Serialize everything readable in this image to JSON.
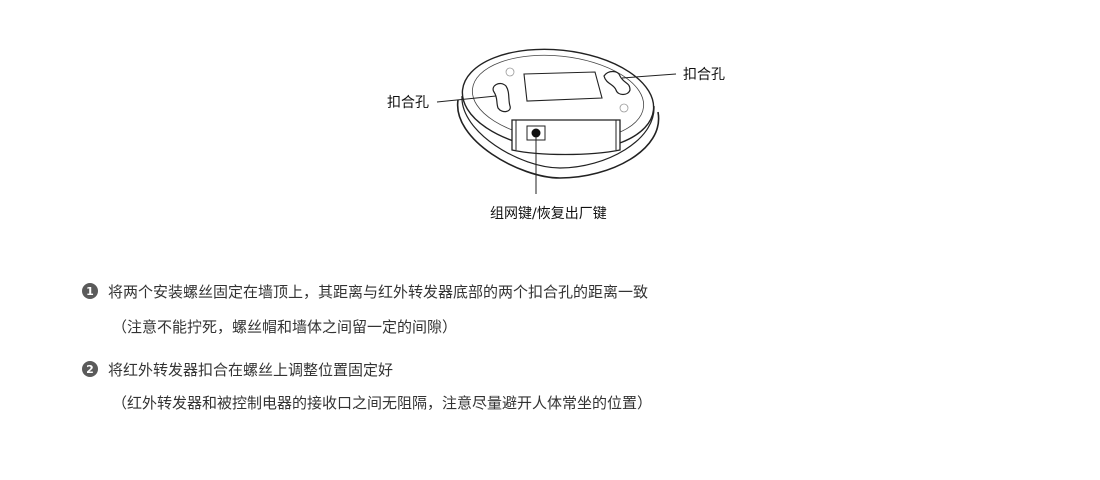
{
  "diagram": {
    "label_left": "扣合孔",
    "label_right": "扣合孔",
    "label_bottom": "组网键/恢复出厂键"
  },
  "steps": [
    {
      "number": "1",
      "text": "将两个安装螺丝固定在墙顶上，其距离与红外转发器底部的两个扣合孔的距离一致",
      "note": "（注意不能拧死，螺丝帽和墙体之间留一定的间隙）"
    },
    {
      "number": "2",
      "text": "将红外转发器扣合在螺丝上调整位置固定好",
      "note": "（红外转发器和被控制电器的接收口之间无阻隔，注意尽量避开人体常坐的位置）"
    }
  ]
}
